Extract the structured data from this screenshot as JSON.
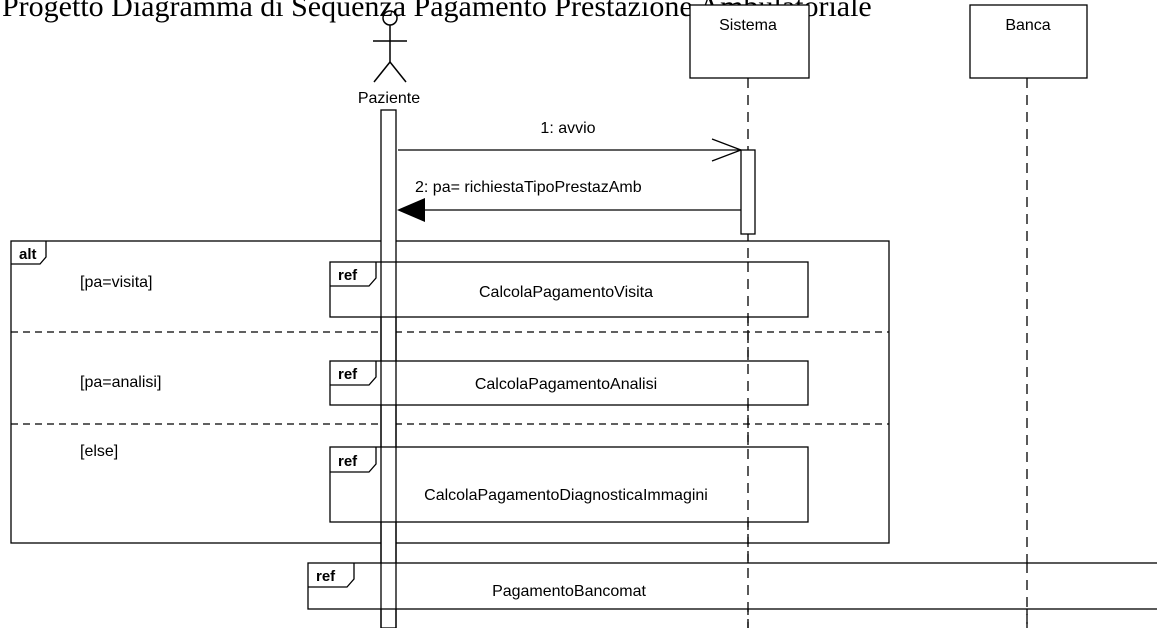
{
  "caption": "Progetto Diagramma di Sequenza Pagamento Prestazione Ambulatoriale",
  "participants": [
    {
      "id": "paziente",
      "name": "Paziente",
      "kind": "actor"
    },
    {
      "id": "sistema",
      "name": "Sistema",
      "kind": "object"
    },
    {
      "id": "banca",
      "name": "Banca",
      "kind": "object"
    }
  ],
  "messages": [
    {
      "label": "1: avvio",
      "from": "Paziente",
      "to": "Sistema",
      "style": "open-arrow"
    },
    {
      "label": "2: pa= richiestaTipoPrestazAmb",
      "from": "Sistema",
      "to": "Paziente",
      "style": "filled-arrow"
    }
  ],
  "alt_fragment": {
    "operator": "alt",
    "operands": [
      {
        "guard": "[pa=visita]",
        "ref_tag": "ref",
        "ref_label": "CalcolaPagamentoVisita"
      },
      {
        "guard": "[pa=analisi]",
        "ref_tag": "ref",
        "ref_label": "CalcolaPagamentoAnalisi"
      },
      {
        "guard": "[else]",
        "ref_tag": "ref",
        "ref_label": "CalcolaPagamentoDiagnosticaImmagini"
      }
    ]
  },
  "final_ref": {
    "ref_tag": "ref",
    "label": "PagamentoBancomat"
  }
}
